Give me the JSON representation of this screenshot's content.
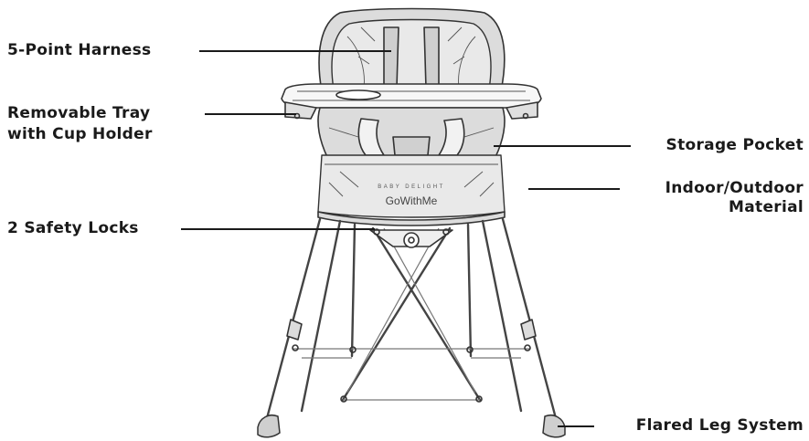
{
  "callouts": {
    "harness": "5-Point Harness",
    "tray_line1": "Removable Tray",
    "tray_line2": "with Cup Holder",
    "locks": "2 Safety Locks",
    "pocket": "Storage Pocket",
    "material_line1": "Indoor/Outdoor",
    "material_line2": "Material",
    "legs": "Flared Leg System"
  },
  "product": {
    "brand": "BABY DELIGHT",
    "model": "GoWithMe"
  },
  "colors": {
    "ink": "#1a1a1a",
    "fabric": "#d9d9d9",
    "fabric_light": "#ececec",
    "frame": "#9a9a9a"
  }
}
